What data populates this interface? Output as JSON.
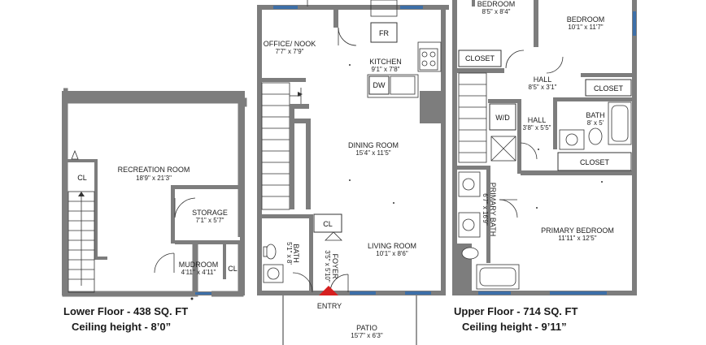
{
  "colors": {
    "wall": "#7d7d7d",
    "window": "#3d6fa8",
    "entry_marker": "#d61f1f",
    "line": "#333333"
  },
  "lower_floor": {
    "caption": "Lower Floor - 438 SQ. FT",
    "ceiling": "Ceiling height - 8’0”",
    "rooms": {
      "recreation": {
        "name": "RECREATION ROOM",
        "dims": "18'9\" x 21'3\""
      },
      "storage": {
        "name": "STORAGE",
        "dims": "7'1\" x 5'7\""
      },
      "mudroom": {
        "name": "MUDROOM",
        "dims": "4'11\" x 4'11\""
      }
    },
    "closet_a": "CL",
    "closet_b": "CL"
  },
  "main_floor": {
    "rooms": {
      "office": {
        "name": "OFFICE/ NOOK",
        "dims": "7'7\" x 7'9\""
      },
      "kitchen": {
        "name": "KITCHEN",
        "dims": "9'1\" x 7'8\""
      },
      "dining": {
        "name": "DINING ROOM",
        "dims": "15'4\" x 11'5\""
      },
      "living": {
        "name": "LIVING ROOM",
        "dims": "10'1\" x 8'6\""
      },
      "bath": {
        "name": "BATH",
        "dims": "5'1\" x 8'"
      },
      "foyer": {
        "name": "FOYER",
        "dims": "3'5\" x 5'10\""
      },
      "patio": {
        "name": "PATIO",
        "dims": "15'7\" x 6'3\""
      }
    },
    "fr": "FR",
    "dw": "DW",
    "cl": "CL",
    "entry": "ENTRY"
  },
  "upper_floor": {
    "caption": "Upper Floor - 714 SQ. FT",
    "ceiling": "Ceiling height - 9’11”",
    "rooms": {
      "bedroom_a": {
        "name": "BEDROOM",
        "dims": "8'5\" x 8'4\""
      },
      "bedroom_b": {
        "name": "BEDROOM",
        "dims": "10'1\" x 11'7\""
      },
      "hall_a": {
        "name": "HALL",
        "dims": "8'5\" x 3'1\""
      },
      "hall_b": {
        "name": "HALL",
        "dims": "3'8\" x 5'5\""
      },
      "bath": {
        "name": "BATH",
        "dims": "8' x 5'"
      },
      "primary_bath": {
        "name": "PRIMARY BATH",
        "dims": "6'7\" x 16'9\""
      },
      "primary_bedroom": {
        "name": "PRIMARY BEDROOM",
        "dims": "11'11\" x 12'5\""
      }
    },
    "closet_a": "CLOSET",
    "closet_b": "CLOSET",
    "closet_c": "CLOSET",
    "wd": "W/D"
  }
}
